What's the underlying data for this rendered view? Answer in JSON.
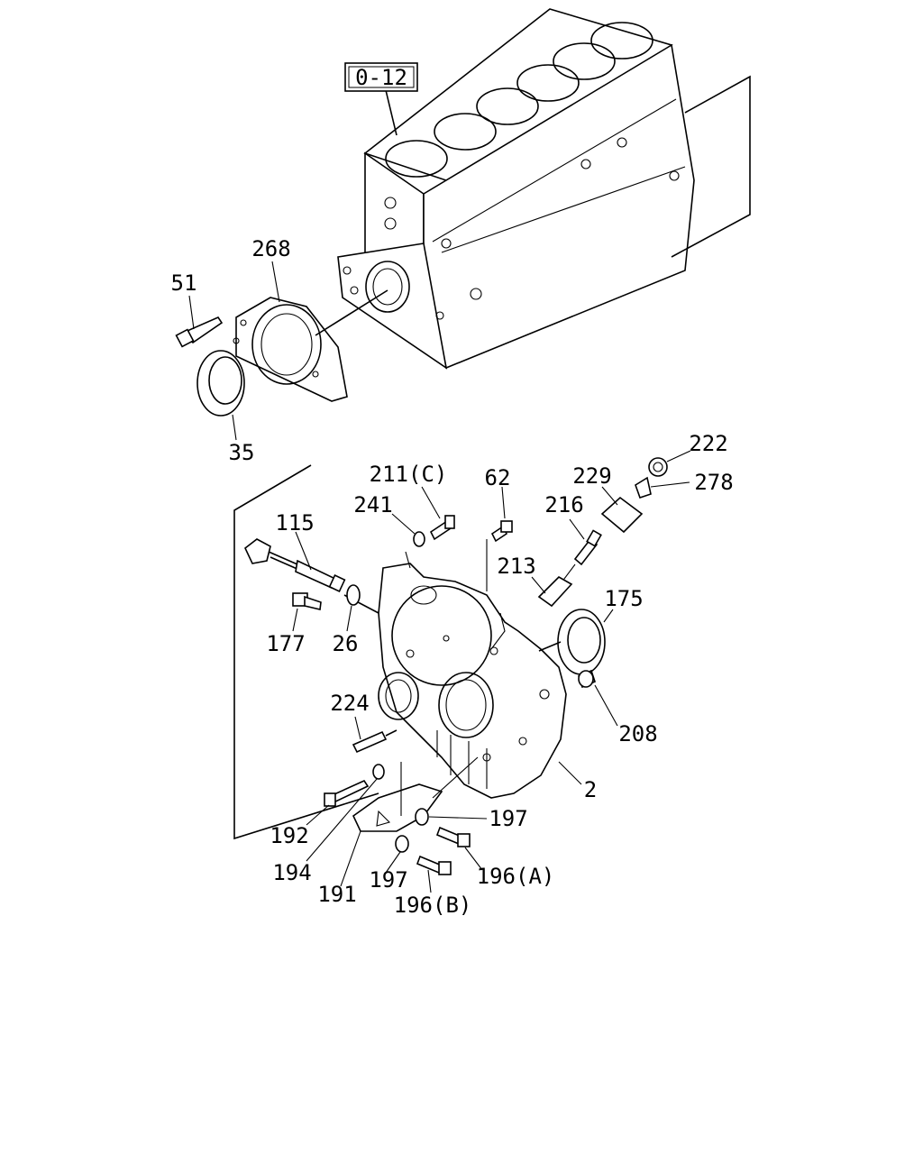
{
  "reference_box": "0-12",
  "labels": {
    "l268": "268",
    "l51": "51",
    "l35": "35",
    "l222": "222",
    "l211c": "211(C)",
    "l62": "62",
    "l229": "229",
    "l278": "278",
    "l241": "241",
    "l216": "216",
    "l115": "115",
    "l213": "213",
    "l175": "175",
    "l177": "177",
    "l26": "26",
    "l224": "224",
    "l208": "208",
    "l2": "2",
    "l197a": "197",
    "l192": "192",
    "l194": "194",
    "l197b": "197",
    "l196a": "196(A)",
    "l191": "191",
    "l196b": "196(B)"
  },
  "colors": {
    "line": "#000000",
    "background": "#ffffff"
  }
}
